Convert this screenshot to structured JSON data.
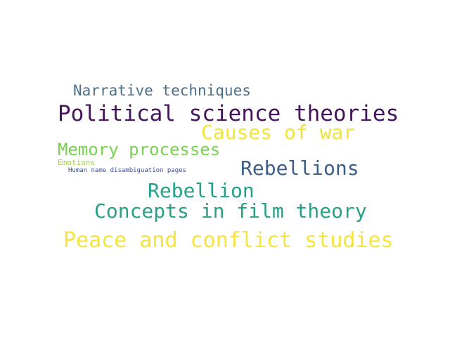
{
  "words": [
    {
      "text": "Narrative techniques",
      "color": "#4a6f8c"
    },
    {
      "text": "Political science theories",
      "color": "#46135d"
    },
    {
      "text": "Causes of war",
      "color": "#f2e43a"
    },
    {
      "text": "Memory processes",
      "color": "#7ad151"
    },
    {
      "text": "Emotions",
      "color": "#a3cf4a"
    },
    {
      "text": "Human name disambiguation pages",
      "color": "#3f4d8a"
    },
    {
      "text": "Rebellions",
      "color": "#3b5f8a"
    },
    {
      "text": "Rebellion",
      "color": "#22a088"
    },
    {
      "text": "Concepts in film theory",
      "color": "#27a085"
    },
    {
      "text": "Peace and conflict studies",
      "color": "#f4e43c"
    }
  ]
}
